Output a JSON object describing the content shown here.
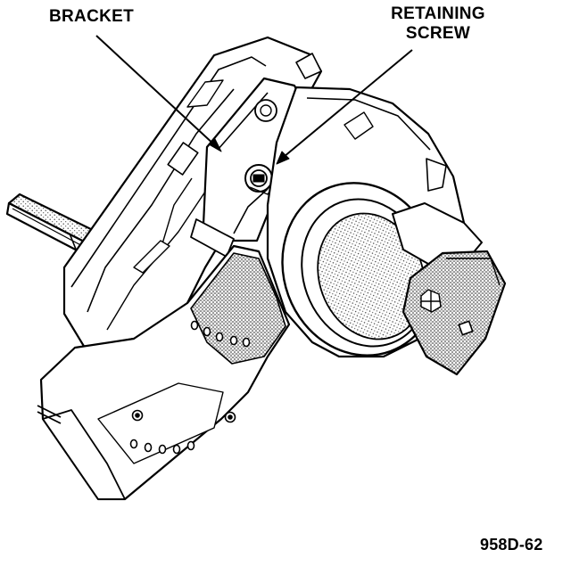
{
  "labels": {
    "bracket": "BRACKET",
    "retaining_line1": "RETAINING",
    "retaining_line2": "SCREW",
    "figure_id": "958D-62"
  },
  "colors": {
    "ink": "#000000",
    "paper": "#ffffff",
    "stipple": "#8a8a8a"
  }
}
